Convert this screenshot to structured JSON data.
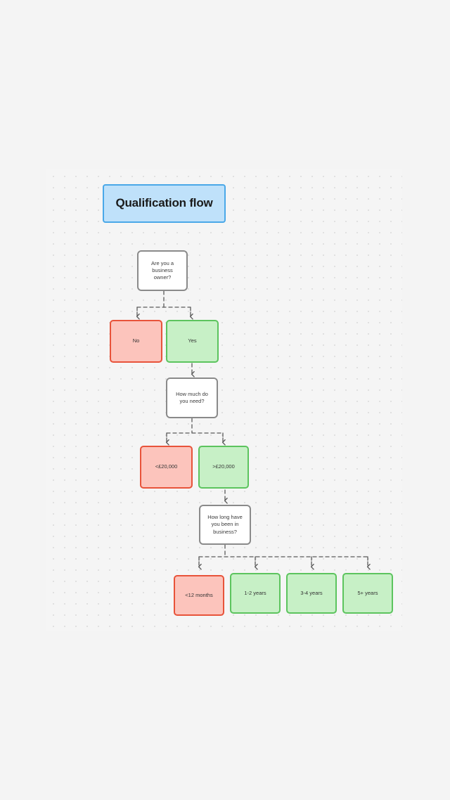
{
  "canvas": {
    "background_color": "#f5f5f5",
    "page_background_color": "#f4f4f4",
    "dot_grid": true
  },
  "colors": {
    "title_fill": "#bfe1fa",
    "title_border": "#4aa8e8",
    "question_fill": "#ffffff",
    "question_border": "#8a8a8a",
    "negative_fill": "#fcc4bc",
    "negative_border": "#e8533a",
    "positive_fill": "#c7f0c6",
    "positive_border": "#5cc45e",
    "connector": "#5a5a5a"
  },
  "flow": {
    "title": "Qualification flow",
    "nodes": [
      {
        "id": "q1",
        "type": "question",
        "label": "Are you a business owner?"
      },
      {
        "id": "a1_no",
        "type": "negative",
        "label": "No"
      },
      {
        "id": "a1_yes",
        "type": "positive",
        "label": "Yes"
      },
      {
        "id": "q2",
        "type": "question",
        "label": "How much do you need?"
      },
      {
        "id": "a2_low",
        "type": "negative",
        "label": "<£20,000"
      },
      {
        "id": "a2_high",
        "type": "positive",
        "label": ">£20,000"
      },
      {
        "id": "q3",
        "type": "question",
        "label": "How long have you been in business?"
      },
      {
        "id": "a3_1",
        "type": "negative",
        "label": "<12 months"
      },
      {
        "id": "a3_2",
        "type": "positive",
        "label": "1-2 years"
      },
      {
        "id": "a3_3",
        "type": "positive",
        "label": "3-4 years"
      },
      {
        "id": "a3_4",
        "type": "positive",
        "label": "5+ years"
      }
    ]
  }
}
